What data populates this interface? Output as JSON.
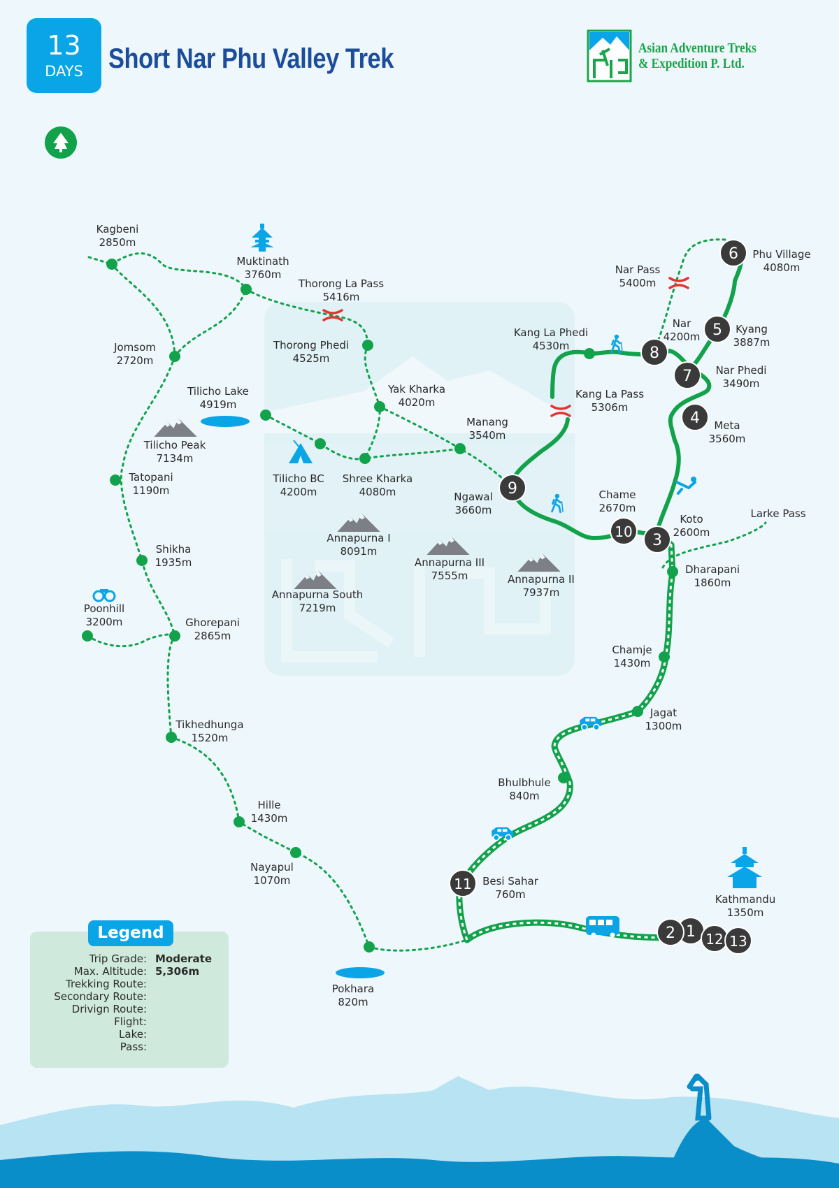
{
  "header": {
    "days_number": "13",
    "days_word": "DAYS",
    "title": "Short Nar Phu Valley Trek",
    "company_line1": "Asian Adventure Treks",
    "company_line2": "& Expedition P. Ltd."
  },
  "colors": {
    "route_green": "#12a24b",
    "accent_blue": "#0aa5e6",
    "title_blue": "#1c4d9b",
    "pass_red": "#e53232",
    "stop_dark": "#3a3a3a"
  },
  "places": {
    "kagbeni": {
      "name": "Kagbeni",
      "alt": "2850m"
    },
    "muktinath": {
      "name": "Muktinath",
      "alt": "3760m"
    },
    "thorong_la": {
      "name": "Thorong La Pass",
      "alt": "5416m"
    },
    "thorong_phedi": {
      "name": "Thorong Phedi",
      "alt": "4525m"
    },
    "jomsom": {
      "name": "Jomsom",
      "alt": "2720m"
    },
    "tilicho_lake": {
      "name": "Tilicho Lake",
      "alt": "4919m"
    },
    "tilicho_peak": {
      "name": "Tilicho Peak",
      "alt": "7134m"
    },
    "yak_kharka": {
      "name": "Yak Kharka",
      "alt": "4020m"
    },
    "manang": {
      "name": "Manang",
      "alt": "3540m"
    },
    "tatopani": {
      "name": "Tatopani",
      "alt": "1190m"
    },
    "tilicho_bc": {
      "name": "Tilicho BC",
      "alt": "4200m"
    },
    "shree_kharka": {
      "name": "Shree Kharka",
      "alt": "4080m"
    },
    "ngawal": {
      "name": "Ngawal",
      "alt": "3660m"
    },
    "annapurna_1": {
      "name": "Annapurna I",
      "alt": "8091m"
    },
    "annapurna_3": {
      "name": "Annapurna III",
      "alt": "7555m"
    },
    "annapurna_2": {
      "name": "Annapurna II",
      "alt": "7937m"
    },
    "annapurna_south": {
      "name": "Annapurna South",
      "alt": "7219m"
    },
    "shikha": {
      "name": "Shikha",
      "alt": "1935m"
    },
    "poonhill": {
      "name": "Poonhill",
      "alt": "3200m"
    },
    "ghorepani": {
      "name": "Ghorepani",
      "alt": "2865m"
    },
    "tikhedhunga": {
      "name": "Tikhedhunga",
      "alt": "1520m"
    },
    "hille": {
      "name": "Hille",
      "alt": "1430m"
    },
    "nayapul": {
      "name": "Nayapul",
      "alt": "1070m"
    },
    "pokhara": {
      "name": "Pokhara",
      "alt": "820m"
    },
    "nar_pass": {
      "name": "Nar Pass",
      "alt": "5400m"
    },
    "phu_village": {
      "name": "Phu Village",
      "alt": "4080m"
    },
    "nar": {
      "name": "Nar",
      "alt": "4200m"
    },
    "kyang": {
      "name": "Kyang",
      "alt": "3887m"
    },
    "kang_la_phedi": {
      "name": "Kang La Phedi",
      "alt": "4530m"
    },
    "nar_phedi": {
      "name": "Nar Phedi",
      "alt": "3490m"
    },
    "kang_la_pass": {
      "name": "Kang La Pass",
      "alt": "5306m"
    },
    "meta": {
      "name": "Meta",
      "alt": "3560m"
    },
    "chame": {
      "name": "Chame",
      "alt": "2670m"
    },
    "koto": {
      "name": "Koto",
      "alt": "2600m"
    },
    "larke_pass": {
      "name": "Larke Pass",
      "alt": ""
    },
    "dharapani": {
      "name": "Dharapani",
      "alt": "1860m"
    },
    "chamje": {
      "name": "Chamje",
      "alt": "1430m"
    },
    "jagat": {
      "name": "Jagat",
      "alt": "1300m"
    },
    "bhulbhule": {
      "name": "Bhulbhule",
      "alt": "840m"
    },
    "besi_sahar": {
      "name": "Besi Sahar",
      "alt": "760m"
    },
    "kathmandu": {
      "name": "Kathmandu",
      "alt": "1350m"
    }
  },
  "day_stops": [
    {
      "day": "1",
      "place": "Kathmandu"
    },
    {
      "day": "2",
      "place": "Kathmandu"
    },
    {
      "day": "3",
      "place": "Koto"
    },
    {
      "day": "4",
      "place": "Meta"
    },
    {
      "day": "5",
      "place": "Kyang"
    },
    {
      "day": "6",
      "place": "Phu Village"
    },
    {
      "day": "7",
      "place": "Nar Phedi"
    },
    {
      "day": "8",
      "place": "Nar"
    },
    {
      "day": "9",
      "place": "Ngawal"
    },
    {
      "day": "10",
      "place": "Chame"
    },
    {
      "day": "11",
      "place": "Besi Sahar"
    },
    {
      "day": "12",
      "place": "Kathmandu"
    },
    {
      "day": "13",
      "place": "Kathmandu"
    }
  ],
  "legend": {
    "title": "Legend",
    "trip_grade_label": "Trip Grade:",
    "trip_grade_value": "Moderate",
    "max_altitude_label": "Max. Altitude:",
    "max_altitude_value": "5,306m",
    "trekking_route_label": "Trekking Route:",
    "secondary_route_label": "Secondary Route:",
    "driving_route_label": "Drivign Route:",
    "flight_label": "Flight:",
    "lake_label": "Lake:",
    "pass_label": "Pass:"
  }
}
